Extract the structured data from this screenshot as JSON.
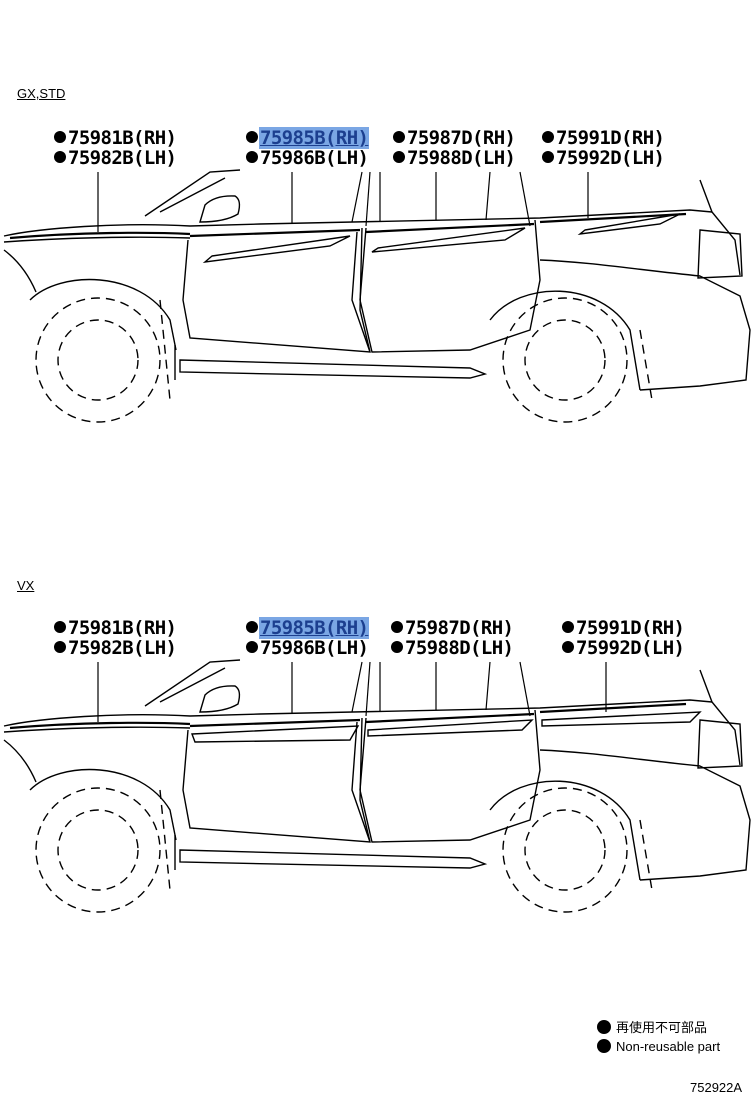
{
  "sections": [
    {
      "label": "GX,STD",
      "parts": [
        {
          "top": "75981B(RH)",
          "bottom": "75982B(LH)",
          "highlight": false
        },
        {
          "top": "75985B(RH)",
          "bottom": "75986B(LH)",
          "highlight": true
        },
        {
          "top": "75987D(RH)",
          "bottom": "75988D(LH)",
          "highlight": false
        },
        {
          "top": "75991D(RH)",
          "bottom": "75992D(LH)",
          "highlight": false
        }
      ]
    },
    {
      "label": "VX",
      "parts": [
        {
          "top": "75981B(RH)",
          "bottom": "75982B(LH)",
          "highlight": false
        },
        {
          "top": "75985B(RH)",
          "bottom": "75986B(LH)",
          "highlight": true
        },
        {
          "top": "75987D(RH)",
          "bottom": "75988D(LH)",
          "highlight": false
        },
        {
          "top": "75991D(RH)",
          "bottom": "75992D(LH)",
          "highlight": false
        }
      ]
    }
  ],
  "legend": {
    "jp": "再使用不可部品",
    "en": "Non-reusable part"
  },
  "figure_id": "752922A",
  "colors": {
    "highlight_bg": "#7aa6e4",
    "highlight_text": "#1c3f8f",
    "line": "#000000"
  }
}
